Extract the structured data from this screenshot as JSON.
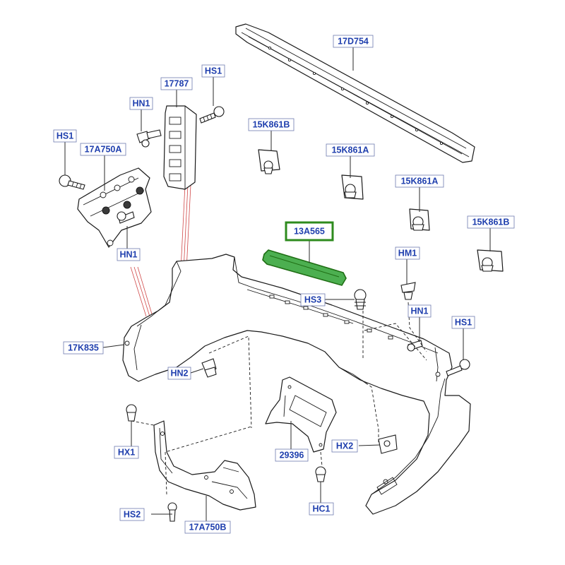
{
  "part_labels": {
    "p17D754": "17D754",
    "p17787": "17787",
    "pHS1_top": "HS1",
    "pHN1_top": "HN1",
    "pHS1_left": "HS1",
    "p17A750A": "17A750A",
    "pHN1_left": "HN1",
    "p15K861B_top": "15K861B",
    "p15K861A_mid": "15K861A",
    "p15K861A_right": "15K861A",
    "p15K861B_right": "15K861B",
    "p13A565": "13A565",
    "pHM1": "HM1",
    "pHS3": "HS3",
    "pHN1_right": "HN1",
    "pHS1_right": "HS1",
    "p17K835": "17K835",
    "pHN2": "HN2",
    "pHX1": "HX1",
    "pHX2": "HX2",
    "p29396": "29396",
    "pHS2": "HS2",
    "p17A750B": "17A750B",
    "pHC1": "HC1"
  },
  "highlight": {
    "part": "13A565",
    "color": "#4caf50",
    "border_color": "#2e8b1e"
  },
  "label_color": "#1f3fae"
}
